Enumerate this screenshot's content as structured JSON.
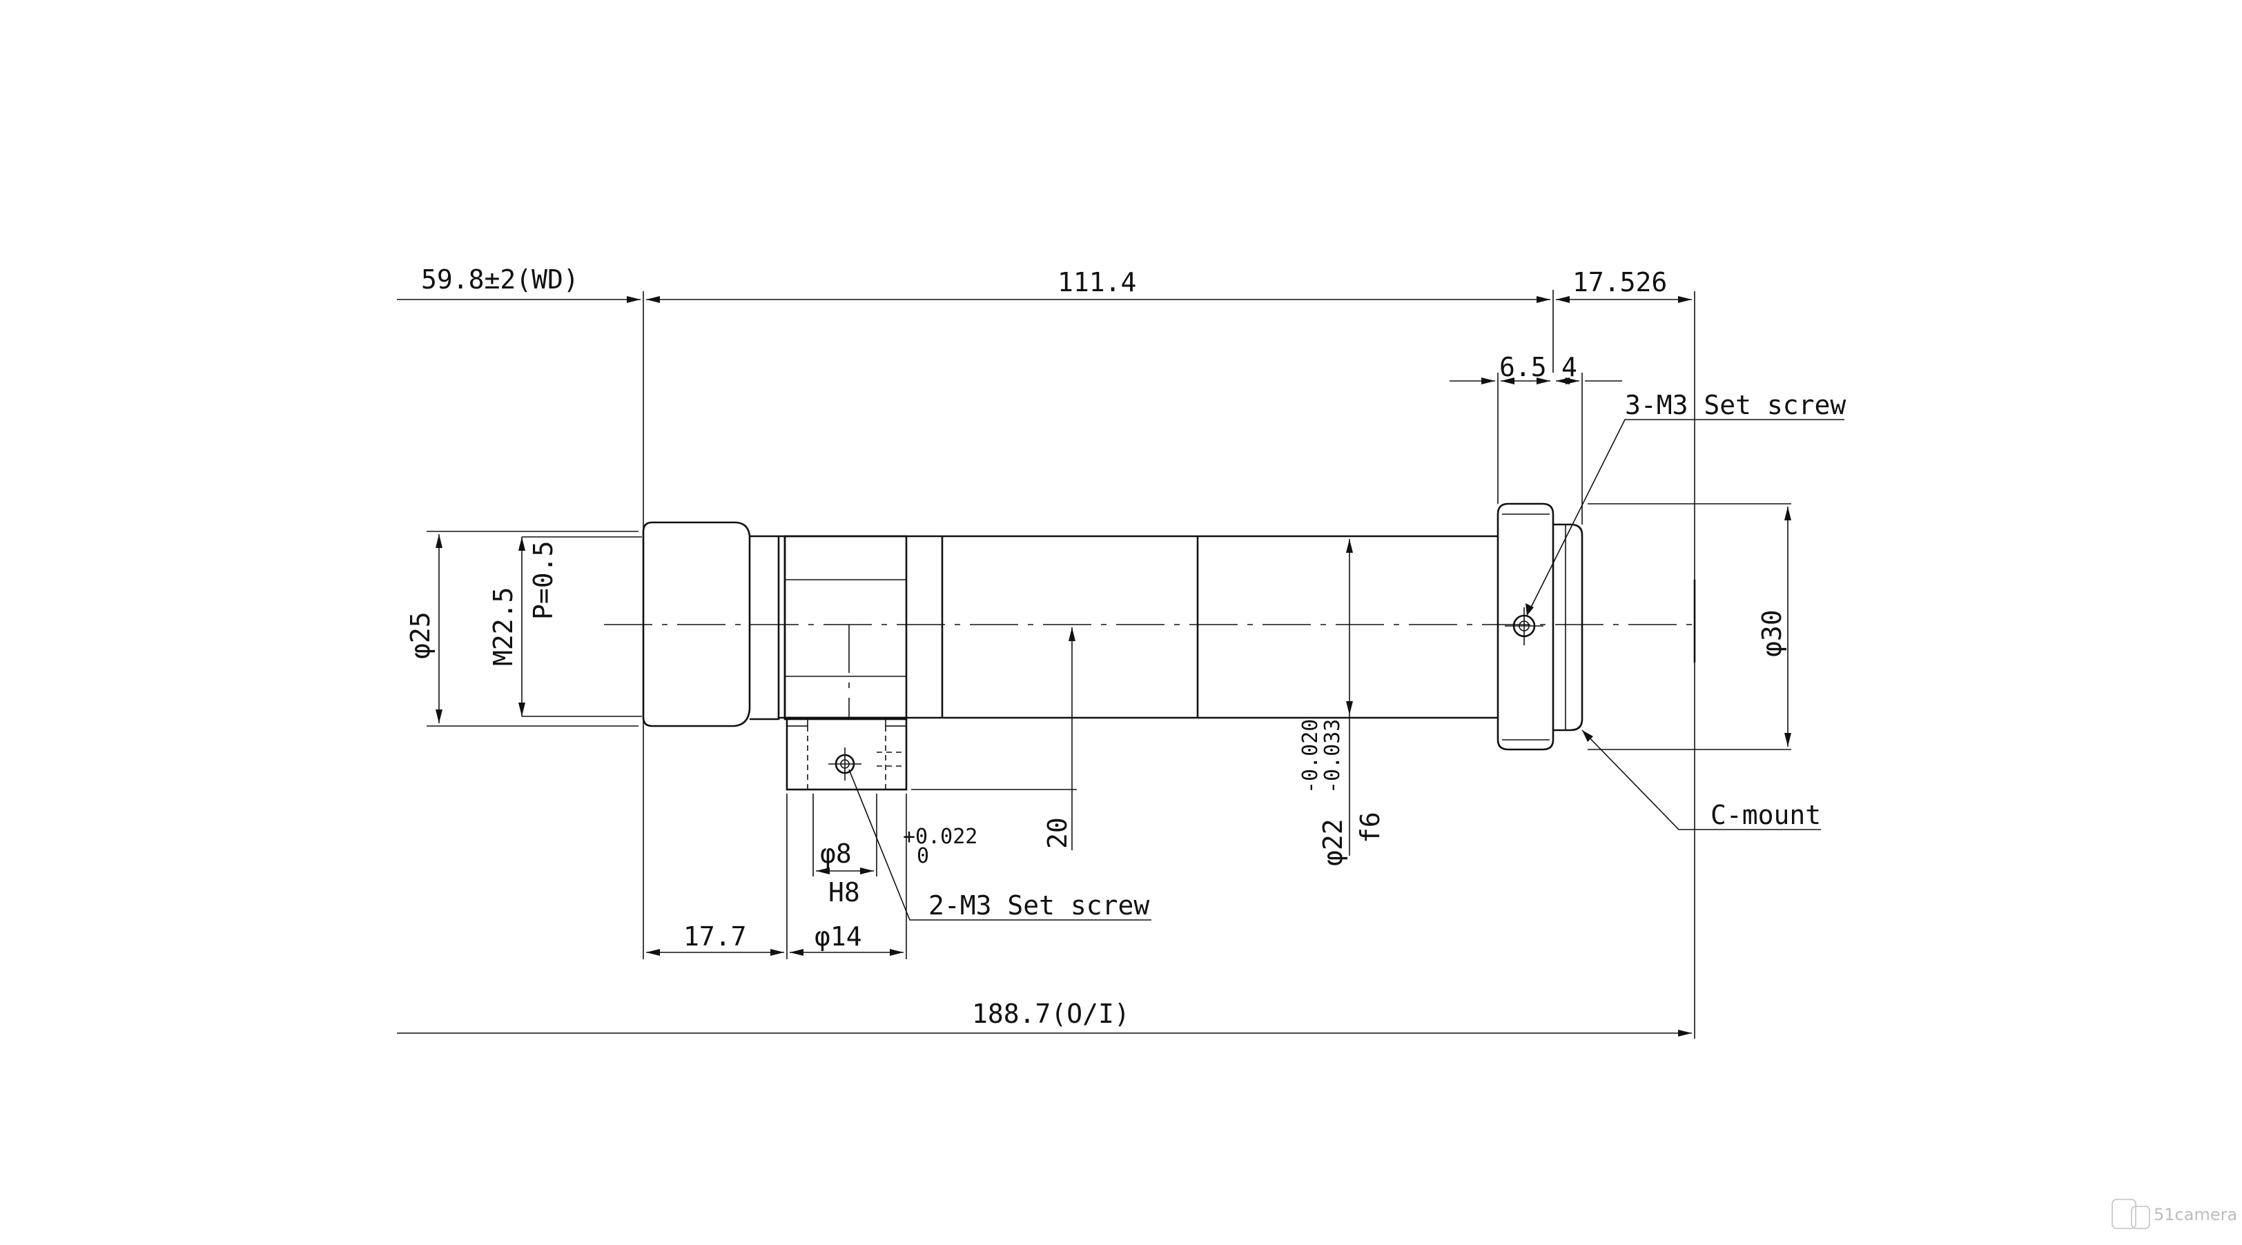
{
  "drawing": {
    "dimensions": {
      "wd": "59.8±2(WD)",
      "length_main": "111.4",
      "flange": "17.526",
      "len_6_5": "6.5",
      "len_4": "4",
      "dia_25": "φ25",
      "thread": "M22.5",
      "pitch": "P=0.5",
      "dia_30": "φ30",
      "height_20": "20",
      "dia_22": "φ22",
      "tol_22_upper": "-0.020",
      "tol_22_lower": "-0.033",
      "fit_f6": "f6",
      "dia_8": "φ8",
      "tol_8_upper": "+0.022",
      "tol_8_lower": "0",
      "fit_h8": "H8",
      "dia_14": "φ14",
      "len_17_7": "17.7",
      "total": "188.7(O/I)"
    },
    "callouts": {
      "set_screw_3": "3-M3 Set screw",
      "set_screw_2": "2-M3 Set screw",
      "c_mount": "C-mount"
    },
    "watermark": "51camera"
  }
}
